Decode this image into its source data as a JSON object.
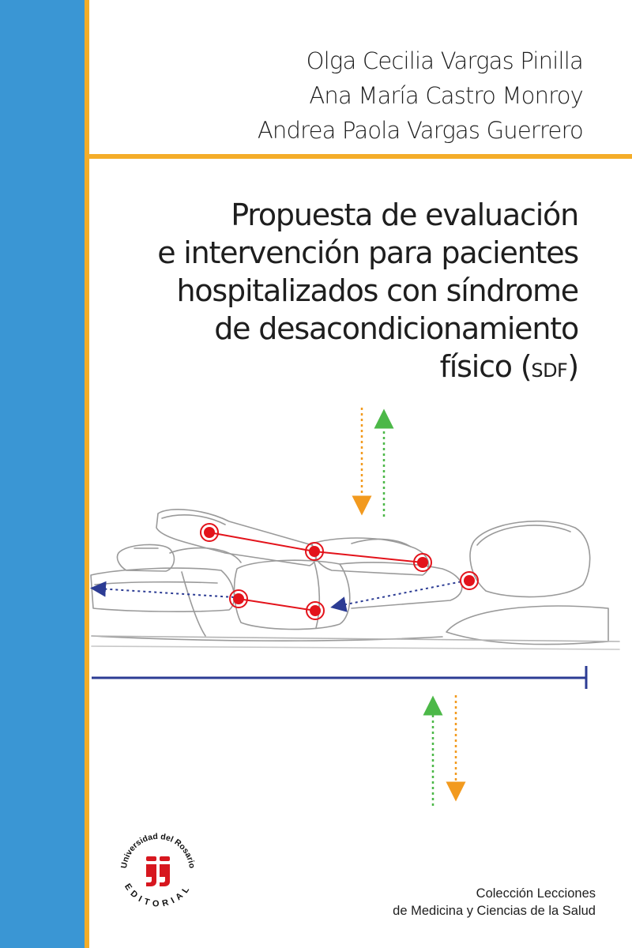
{
  "authors": [
    "Olga Cecilia Vargas Pinilla",
    "Ana María Castro Monroy",
    "Andrea Paola Vargas Guerrero"
  ],
  "title": {
    "line1": "Propuesta de evaluación",
    "line2": "e intervención para pacientes",
    "line3": "hospitalizados con síndrome",
    "line4": "de desacondicionamiento",
    "line5_main": "físico (",
    "line5_abbr": "SDF",
    "line5_close": ")"
  },
  "publisher": {
    "ring_text": "Universidad del Rosario",
    "imprint": "EDITORIAL"
  },
  "collection": {
    "line1": "Colección Lecciones",
    "line2": "de Medicina y Ciencias de la Salud"
  },
  "colors": {
    "spine_blue": "#3a96d4",
    "accent_orange": "#f4ad29",
    "joint_red": "#e3131b",
    "arrow_green": "#4cb848",
    "arrow_orange": "#f29a1f",
    "arrow_blue": "#2c3c94",
    "logo_red": "#d7171f"
  },
  "icons": [
    "joint-marker-icon",
    "arrow-up-icon",
    "arrow-down-icon",
    "arrow-left-icon",
    "crest-icon"
  ]
}
